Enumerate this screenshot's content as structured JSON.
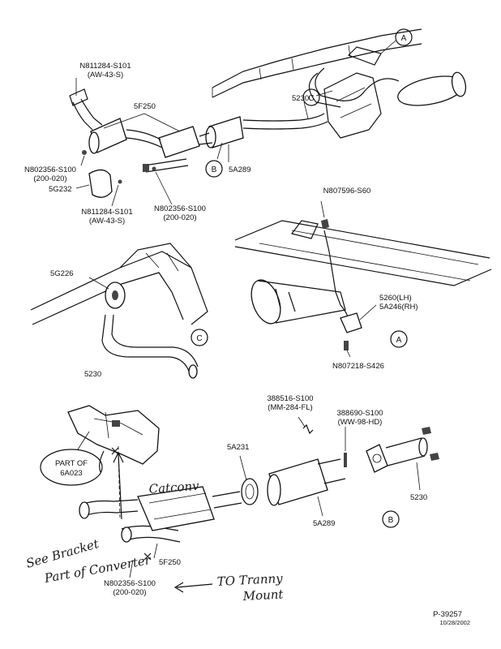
{
  "top_view": {
    "callout_a": "A",
    "callout_c": "C",
    "callout_b": "B",
    "part_n811284_top": "N811284-S101",
    "part_n811284_top_sub": "(AW-43-S)",
    "part_5f250": "5F250",
    "part_5230": "5230",
    "part_n802356_left": "N802356-S100",
    "part_n802356_left_sub": "(200-020)",
    "part_5g232": "5G232",
    "part_n811284_bot": "N811284-S101",
    "part_n811284_bot_sub": "(AW-43-S)",
    "part_n802356_right": "N802356-S100",
    "part_n802356_right_sub": "(200-020)",
    "part_5a289": "5A289"
  },
  "detail_a": {
    "part_n807596": "N807596-S60",
    "part_5260": "5260(LH)",
    "part_5a246": "5A246(RH)",
    "part_n807218": "N807218-S426",
    "callout": "A"
  },
  "detail_c": {
    "part_5g226": "5G226",
    "part_5230": "5230",
    "callout": "C"
  },
  "detail_b": {
    "part_388516": "388516-S100",
    "part_388516_sub": "(MM-284-FL)",
    "part_388690": "388690-S100",
    "part_388690_sub": "(WW-98-HD)",
    "part_5a231": "5A231",
    "part_5a289": "5A289",
    "part_5230": "5230",
    "part_of": "PART OF",
    "part_6a023": "6A023",
    "part_5f250": "5F250",
    "part_n802356": "N802356-S100",
    "part_n802356_sub": "(200-020)",
    "callout": "B"
  },
  "handwritten": {
    "catconv": "Catconv",
    "see_bracket": "See Bracket",
    "part_of_converter": "Part of Converter",
    "to_tranny": "TO Tranny",
    "mount": "Mount"
  },
  "footer": {
    "ref": "P-39257",
    "date": "10/28/2002"
  }
}
